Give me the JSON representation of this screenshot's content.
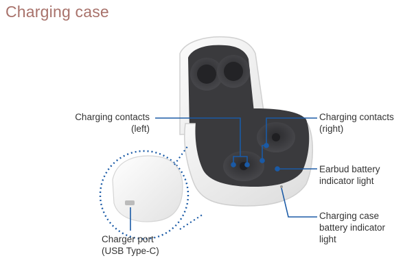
{
  "page": {
    "title": "Charging case"
  },
  "labels": {
    "contacts_left": {
      "line1": "Charging contacts",
      "line2": "(left)"
    },
    "contacts_right": {
      "line1": "Charging contacts",
      "line2": "(right)"
    },
    "earbud_indicator": {
      "line1": "Earbud battery",
      "line2": "indicator light"
    },
    "case_indicator": {
      "line1": "Charging case",
      "line2": "battery indicator",
      "line3": "light"
    },
    "charger_port": {
      "line1": "Charger port",
      "line2": "(USB Type-C)"
    }
  },
  "colors": {
    "title": "#a8726b",
    "callout_line": "#1a5aa6",
    "case_white": "#ffffff",
    "interior_dark": "#3a3a3d"
  }
}
